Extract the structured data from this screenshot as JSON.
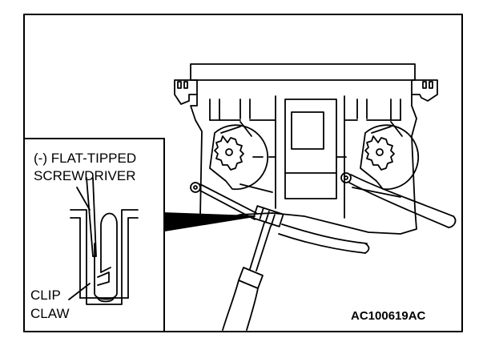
{
  "labels": {
    "tool_line1": "(-) FLAT-TIPPED",
    "tool_line2": "SCREWDRIVER",
    "clip_line1": "CLIP",
    "clip_line2": "CLAW"
  },
  "figure_code": "AC100619AC",
  "colors": {
    "ink": "#000000",
    "paper": "#ffffff"
  }
}
